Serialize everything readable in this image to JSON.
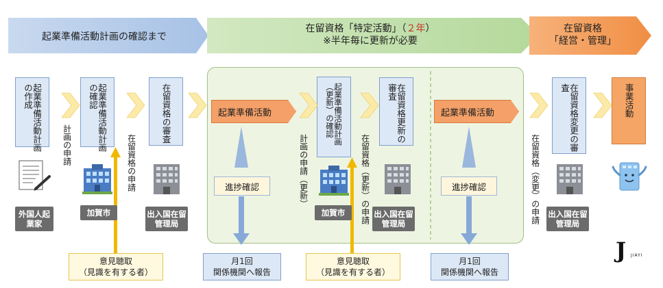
{
  "banner": {
    "phase1": "起業準備活動計画の確認まで",
    "phase2_line1_pre": "在留資格「特定活動」（",
    "phase2_years": "２年",
    "phase2_line1_post": "）",
    "phase2_line2": "※半年毎に更新が必要",
    "phase3_line1": "在留資格",
    "phase3_line2": "「経営・管理」"
  },
  "steps": {
    "plan_creation": "起業準備活動計画の作成",
    "plan_confirm": "起業準備活動計画の確認",
    "status_review": "在留資格の審査",
    "activity1": "起業準備活動",
    "plan_confirm_renewal": "起業準備活動計画（更新）の確認",
    "renewal_review": "在留資格更新の審査",
    "activity2": "起業準備活動",
    "change_review": "在留資格変更の審査",
    "business": "事業活動"
  },
  "arrow_labels": {
    "plan_application": "計画の申請",
    "status_application": "在留資格の申請",
    "plan_application_renewal": "計画の申請（更新）",
    "status_application_renewal": "在留資格（更新）の申請",
    "status_application_change": "在留資格（変更）の申請"
  },
  "actors": {
    "entrepreneur": "外国人起業家",
    "kaga1": "加賀市",
    "immigration1": "出入国在留管理局",
    "kaga2": "加賀市",
    "immigration2": "出入国在留管理局",
    "immigration3": "出入国在留管理局"
  },
  "progress": {
    "check1": "進捗確認",
    "check2": "進捗確認",
    "report1_line1": "月1回",
    "report1_line2": "関係機関へ報告",
    "report2_line1": "月1回",
    "report2_line2": "関係機関へ報告"
  },
  "opinion": {
    "op1_line1": "意見聴取",
    "op1_line2": "（見識を有する者）",
    "op2_line1": "意見聴取",
    "op2_line2": "（見識を有する者）"
  },
  "logo": {
    "mark": "J",
    "text": "JIAYI"
  },
  "colors": {
    "blue_banner": "#a7c2e6",
    "green_banner": "#b7dba0",
    "orange_banner": "#f29a52",
    "panel_green": "#eef4e2",
    "yellow_arrow": "#f0b800"
  }
}
